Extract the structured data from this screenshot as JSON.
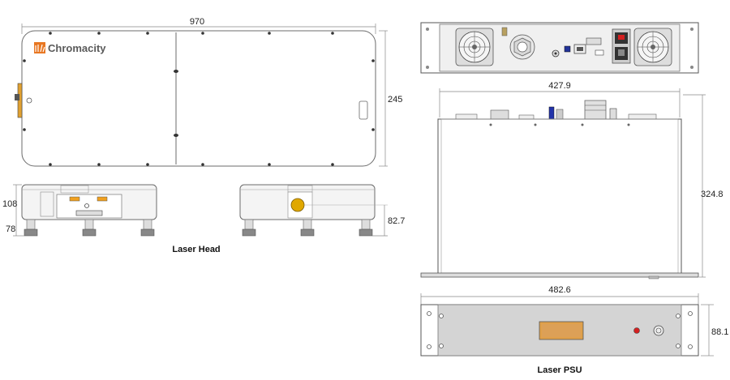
{
  "dimensions": {
    "head_length": "970",
    "head_width": "245",
    "head_body_height": "108",
    "head_foot_height": "78",
    "head_side_height": "82.7",
    "psu_depth": "427.9",
    "psu_height_side": "324.8",
    "psu_front_width": "482.6",
    "psu_front_height": "88.1"
  },
  "captions": {
    "laser_head": "Laser Head",
    "laser_psu": "Laser PSU"
  },
  "brand": {
    "logo_text": "Chromacity",
    "logo_color": "#e87722"
  },
  "colors": {
    "outline": "#6b6b6b",
    "panel_fill": "#f4f4f4",
    "psu_front_fill": "#d4d4d4",
    "display_fill": "#e0a04a",
    "connector_fill": "#f0a020",
    "indicator_red": "#d42020"
  }
}
